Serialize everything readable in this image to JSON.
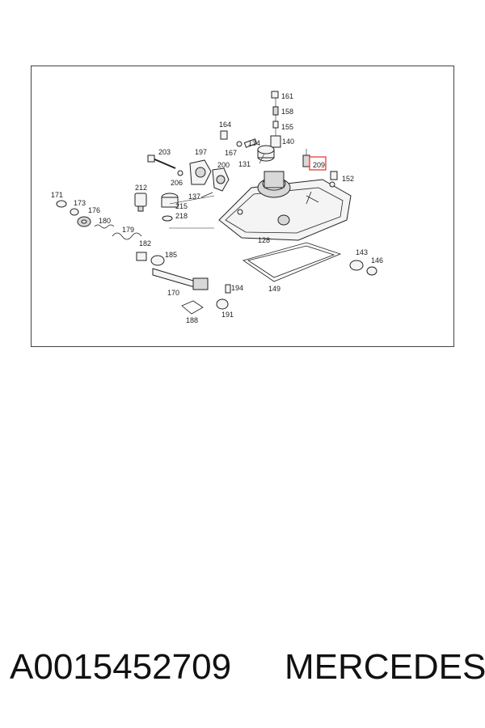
{
  "diagram": {
    "highlight_color": "#e0302a",
    "labels": {
      "161": "161",
      "158": "158",
      "155": "155",
      "140": "140",
      "164": "164",
      "134": "134",
      "167": "167",
      "203": "203",
      "197": "197",
      "131": "131",
      "200": "200",
      "209": "209",
      "152": "152",
      "206": "206",
      "212": "212",
      "137": "137",
      "215": "215",
      "218": "218",
      "171": "171",
      "173": "173",
      "176": "176",
      "180": "180",
      "179": "179",
      "182": "182",
      "185": "185",
      "128": "128",
      "143": "143",
      "146": "146",
      "170": "170",
      "194": "194",
      "149": "149",
      "188": "188",
      "191": "191"
    }
  },
  "footer": {
    "part_number": "A0015452709",
    "brand": "MERCEDES"
  }
}
